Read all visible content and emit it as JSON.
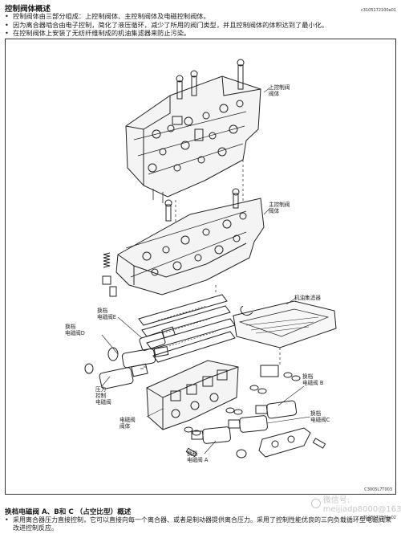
{
  "title": "控制阀体概述",
  "ref_top": "c3105172100a01",
  "bullets": [
    "控制阀体由三部分组成：上控制阀体、主控制阀体及电磁控制阀体。",
    "因为离合器啮合由电子控制，简化了液压循环，减少了所用的阀门类型，并且控制阀体的体积达到了最小化。",
    "在控制阀体上安装了无纺纤维制成的机油集滤器来防止污染。"
  ],
  "figure": {
    "labels": {
      "upper_body": [
        "上控制阀",
        "阀体"
      ],
      "main_body": [
        "主控制阀",
        "阀体"
      ],
      "oil_strainer": [
        "机油集滤器"
      ],
      "shift_solenoid_e": [
        "换档",
        "电磁阀E"
      ],
      "shift_solenoid_d": [
        "换档",
        "电磁阀D"
      ],
      "pressure_solenoid": [
        "压力",
        "控制",
        "电磁阀"
      ],
      "solenoid_body": [
        "电磁阀",
        "阀体"
      ],
      "shift_solenoid_b": [
        "换档",
        "电磁阀 B"
      ],
      "shift_solenoid_c": [
        "换档",
        "电磁阀C"
      ],
      "shift_solenoid_a": [
        "换档",
        "电磁阀 A"
      ]
    },
    "ref": "C3005L7T003"
  },
  "section_title": "换档电磁阀 A、B和 C （占空比型）概述",
  "section_ref": "c3105172100a02",
  "bottom_bullet": "采用离合器压力直接控制，它可以直接向每一个离合器、或者是制动器提供离合压力。采用了控制性能优良的三向负载循环型电磁阀来改进控制反应。",
  "watermark": "微信号: meijiadp8000@163"
}
